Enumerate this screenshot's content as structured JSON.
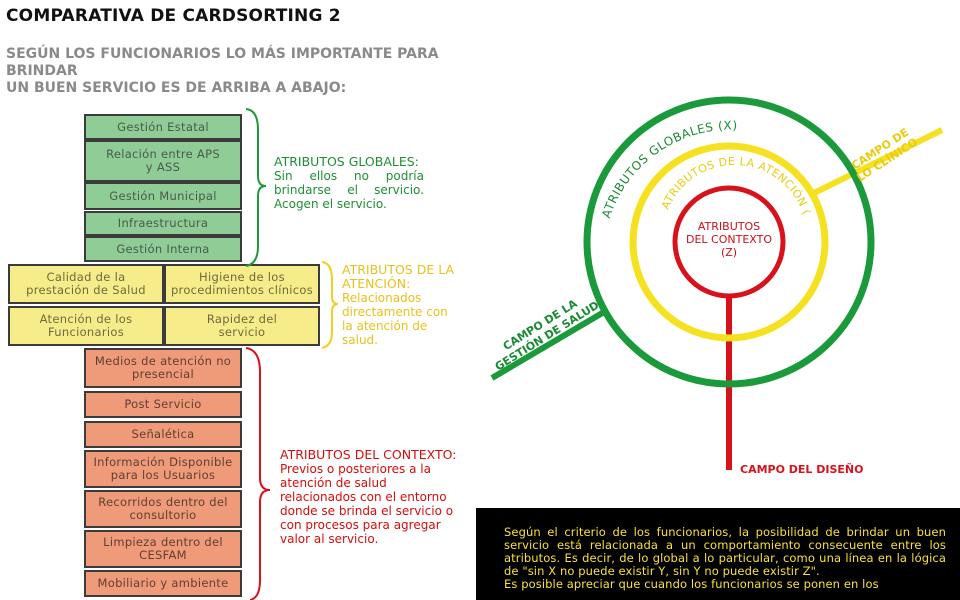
{
  "header": {
    "title": "COMPARATIVA DE CARDSORTING 2",
    "subtitle_line1": "SEGÚN LOS FUNCIONARIOS LO MÁS IMPORTANTE PARA BRINDAR",
    "subtitle_line2": "UN BUEN SERVICIO ES DE ARRIBA A ABAJO:"
  },
  "cards": {
    "global": [
      {
        "line1": "Gestión Estatal",
        "line2": ""
      },
      {
        "line1": "Relación entre APS",
        "line2": "y ASS"
      },
      {
        "line1": "Gestión Municipal",
        "line2": ""
      },
      {
        "line1": "Infraestructura",
        "line2": ""
      },
      {
        "line1": "Gestión Interna",
        "line2": ""
      }
    ],
    "attention": [
      {
        "line1": "Calidad de la",
        "line2": "prestación de Salud"
      },
      {
        "line1": "Higiene de los",
        "line2": "procedimientos clínicos"
      },
      {
        "line1": "Atención de los",
        "line2": "Funcionarios"
      },
      {
        "line1": "Rapidez del",
        "line2": "servicio"
      }
    ],
    "context": [
      {
        "line1": "Medios de atención no",
        "line2": "presencial"
      },
      {
        "line1": "Post Servicio",
        "line2": ""
      },
      {
        "line1": "Señalética",
        "line2": ""
      },
      {
        "line1": "Información Disponible",
        "line2": "para los Usuarios"
      },
      {
        "line1": "Recorridos dentro del",
        "line2": "consultorio"
      },
      {
        "line1": "Limpieza dentro del",
        "line2": "CESFAM"
      },
      {
        "line1": "Mobiliario y ambiente",
        "line2": ""
      }
    ]
  },
  "notes": {
    "global": {
      "heading": "ATRIBUTOS GLOBALES:",
      "lines": [
        "Sin ellos no podría",
        "brindarse el servicio.",
        "Acogen el servicio."
      ]
    },
    "attention": {
      "heading_line1": "ATRIBUTOS DE LA",
      "heading_line2": "ATENCIÓN:",
      "lines": [
        "Relacionados",
        "directamente con",
        "la atención de",
        "salud."
      ]
    },
    "context": {
      "heading": "ATRIBUTOS DEL CONTEXTO:",
      "lines": [
        "Previos o posteriores a la",
        "atención de salud",
        "relacionados con el entorno",
        "donde se brinda el servicio o",
        "con procesos para agregar",
        "valor al servicio."
      ]
    }
  },
  "diagram": {
    "outer_label": "ATRIBUTOS GLOBALES (X)",
    "middle_label": "ATRIBUTOS DE LA ATENCIÓN (Y)",
    "inner_label_line1": "ATRIBUTOS",
    "inner_label_line2": "DEL CONTEXTO",
    "inner_label_line3": "(Z)",
    "field_clinical_line1": "CAMPO DE",
    "field_clinical_line2": "LO CLÍNICO",
    "field_health_line1": "CAMPO DE LA",
    "field_health_line2": "GESTIÓN DE SALUD",
    "field_design": "CAMPO DEL DISEÑO",
    "colors": {
      "green": "#1a9a3a",
      "yellow": "#f5e11f",
      "red": "#d8121a"
    }
  },
  "description": {
    "p1": "Según el criterio de los funcionarios, la posibilidad de brindar un buen servicio está relacionada a un comportamiento consecuente  entre los atributos. Es decir, de lo global a lo particular, como una línea en la lógica de \"sin X no puede existir Y, sin Y no puede existir Z\".",
    "p2": "Es posible apreciar que cuando los funcionarios se ponen en los"
  }
}
